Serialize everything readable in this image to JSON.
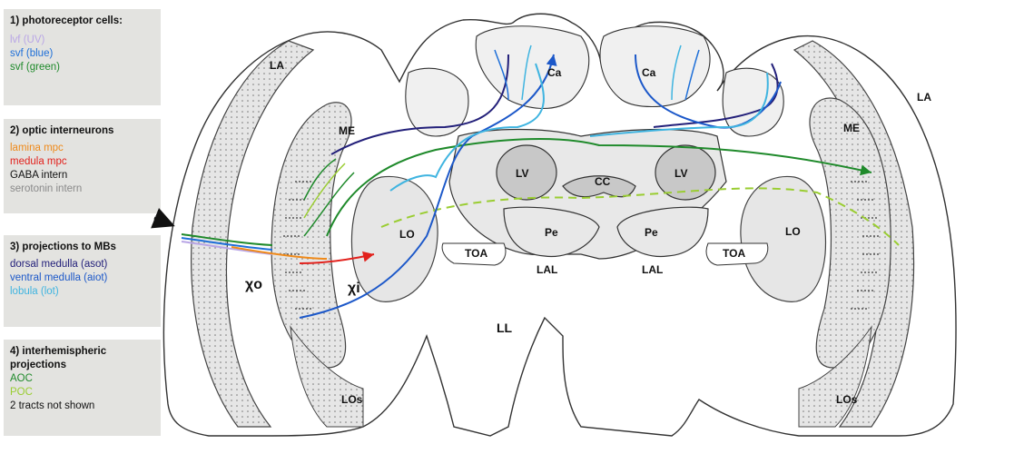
{
  "legend": {
    "photoreceptors": {
      "heading": "1) photoreceptor cells:",
      "items": [
        {
          "label": "lvf (UV)",
          "color": "#b9a6e6"
        },
        {
          "label": "svf (blue)",
          "color": "#1e6fd8"
        },
        {
          "label": "svf (green)",
          "color": "#1f8a2b"
        }
      ]
    },
    "interneurons": {
      "heading": "2) optic interneurons",
      "items": [
        {
          "label": "lamina mpc",
          "color": "#ef8a1a"
        },
        {
          "label": "medula mpc",
          "color": "#e2211c"
        },
        {
          "label": "GABA intern",
          "color": "#111111"
        },
        {
          "label": "serotonin intern",
          "color": "#8a8a8a"
        }
      ]
    },
    "projections": {
      "heading": "3) projections  to MBs",
      "items": [
        {
          "label": "dorsal medulla (asot)",
          "color": "#23207a"
        },
        {
          "label": "ventral medulla (aiot)",
          "color": "#1c58c9"
        },
        {
          "label": "lobula (lot)",
          "color": "#3fb4e0"
        }
      ]
    },
    "interhemispheric": {
      "heading": "4) interhemispheric projections",
      "items": [
        {
          "label": "AOC",
          "color": "#1f8a2b"
        },
        {
          "label": "POC",
          "color": "#9acd32"
        },
        {
          "label": "2 tracts not shown",
          "color": "#111111"
        }
      ]
    }
  },
  "regions": {
    "la": "LA",
    "me": "ME",
    "lo": "LO",
    "los": "LOs",
    "ca": "Ca",
    "lv": "LV",
    "cc": "CC",
    "pe": "Pe",
    "toa": "TOA",
    "lal": "LAL",
    "ll": "LL",
    "chi_o": "χo",
    "chi_i": "χi"
  }
}
